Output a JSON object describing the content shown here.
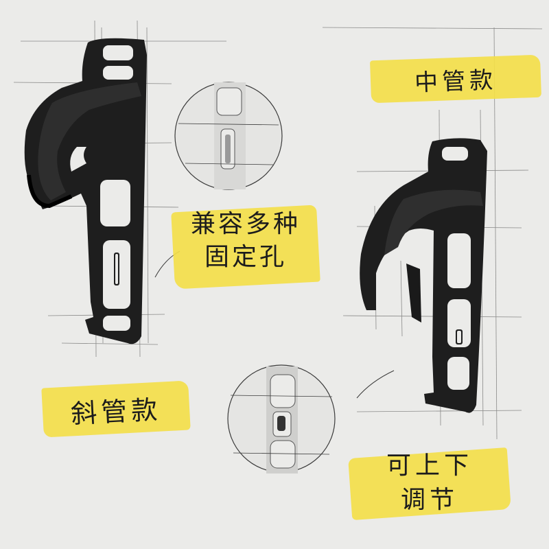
{
  "labels": {
    "middle_tube_style": "中管款",
    "slanted_tube_style": "斜管款",
    "compatible_holes_line1": "兼容多种",
    "compatible_holes_line2": "固定孔",
    "adjustable_line1": "可上下",
    "adjustable_line2": "调节"
  },
  "colors": {
    "background": "#ebebe9",
    "highlight": "#f3de4a",
    "product": "#1e1e1e",
    "sketch_line": "#3a3a3a"
  }
}
